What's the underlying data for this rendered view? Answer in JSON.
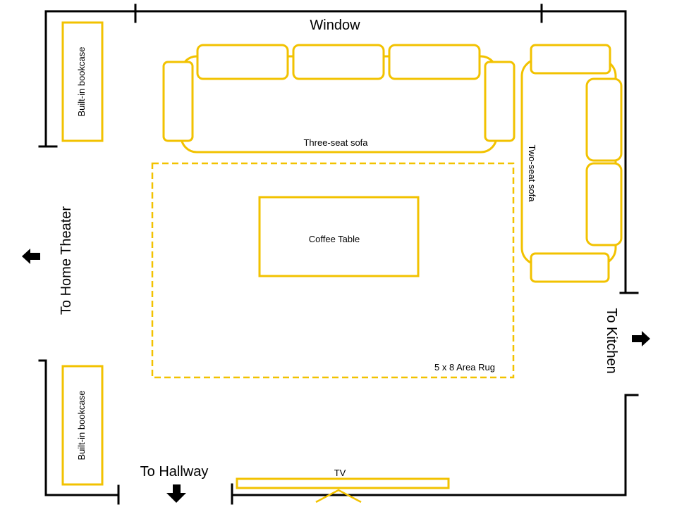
{
  "labels": {
    "window": "Window",
    "bookcase_top": "Built-in bookcase",
    "bookcase_bottom": "Built-in bookcase",
    "three_seat_sofa": "Three-seat sofa",
    "two_seat_sofa": "Two-seat sofa",
    "coffee_table": "Coffee Table",
    "area_rug": "5 x 8 Area Rug",
    "tv": "TV",
    "to_home_theater": "To Home Theater",
    "to_kitchen": "To Kitchen",
    "to_hallway": "To Hallway"
  },
  "colors": {
    "furniture_outline": "#F2C200",
    "walls": "#000000"
  },
  "icons": {
    "home_theater_arrow": "arrow-left-icon",
    "kitchen_arrow": "arrow-right-icon",
    "hallway_arrow": "arrow-down-icon"
  }
}
